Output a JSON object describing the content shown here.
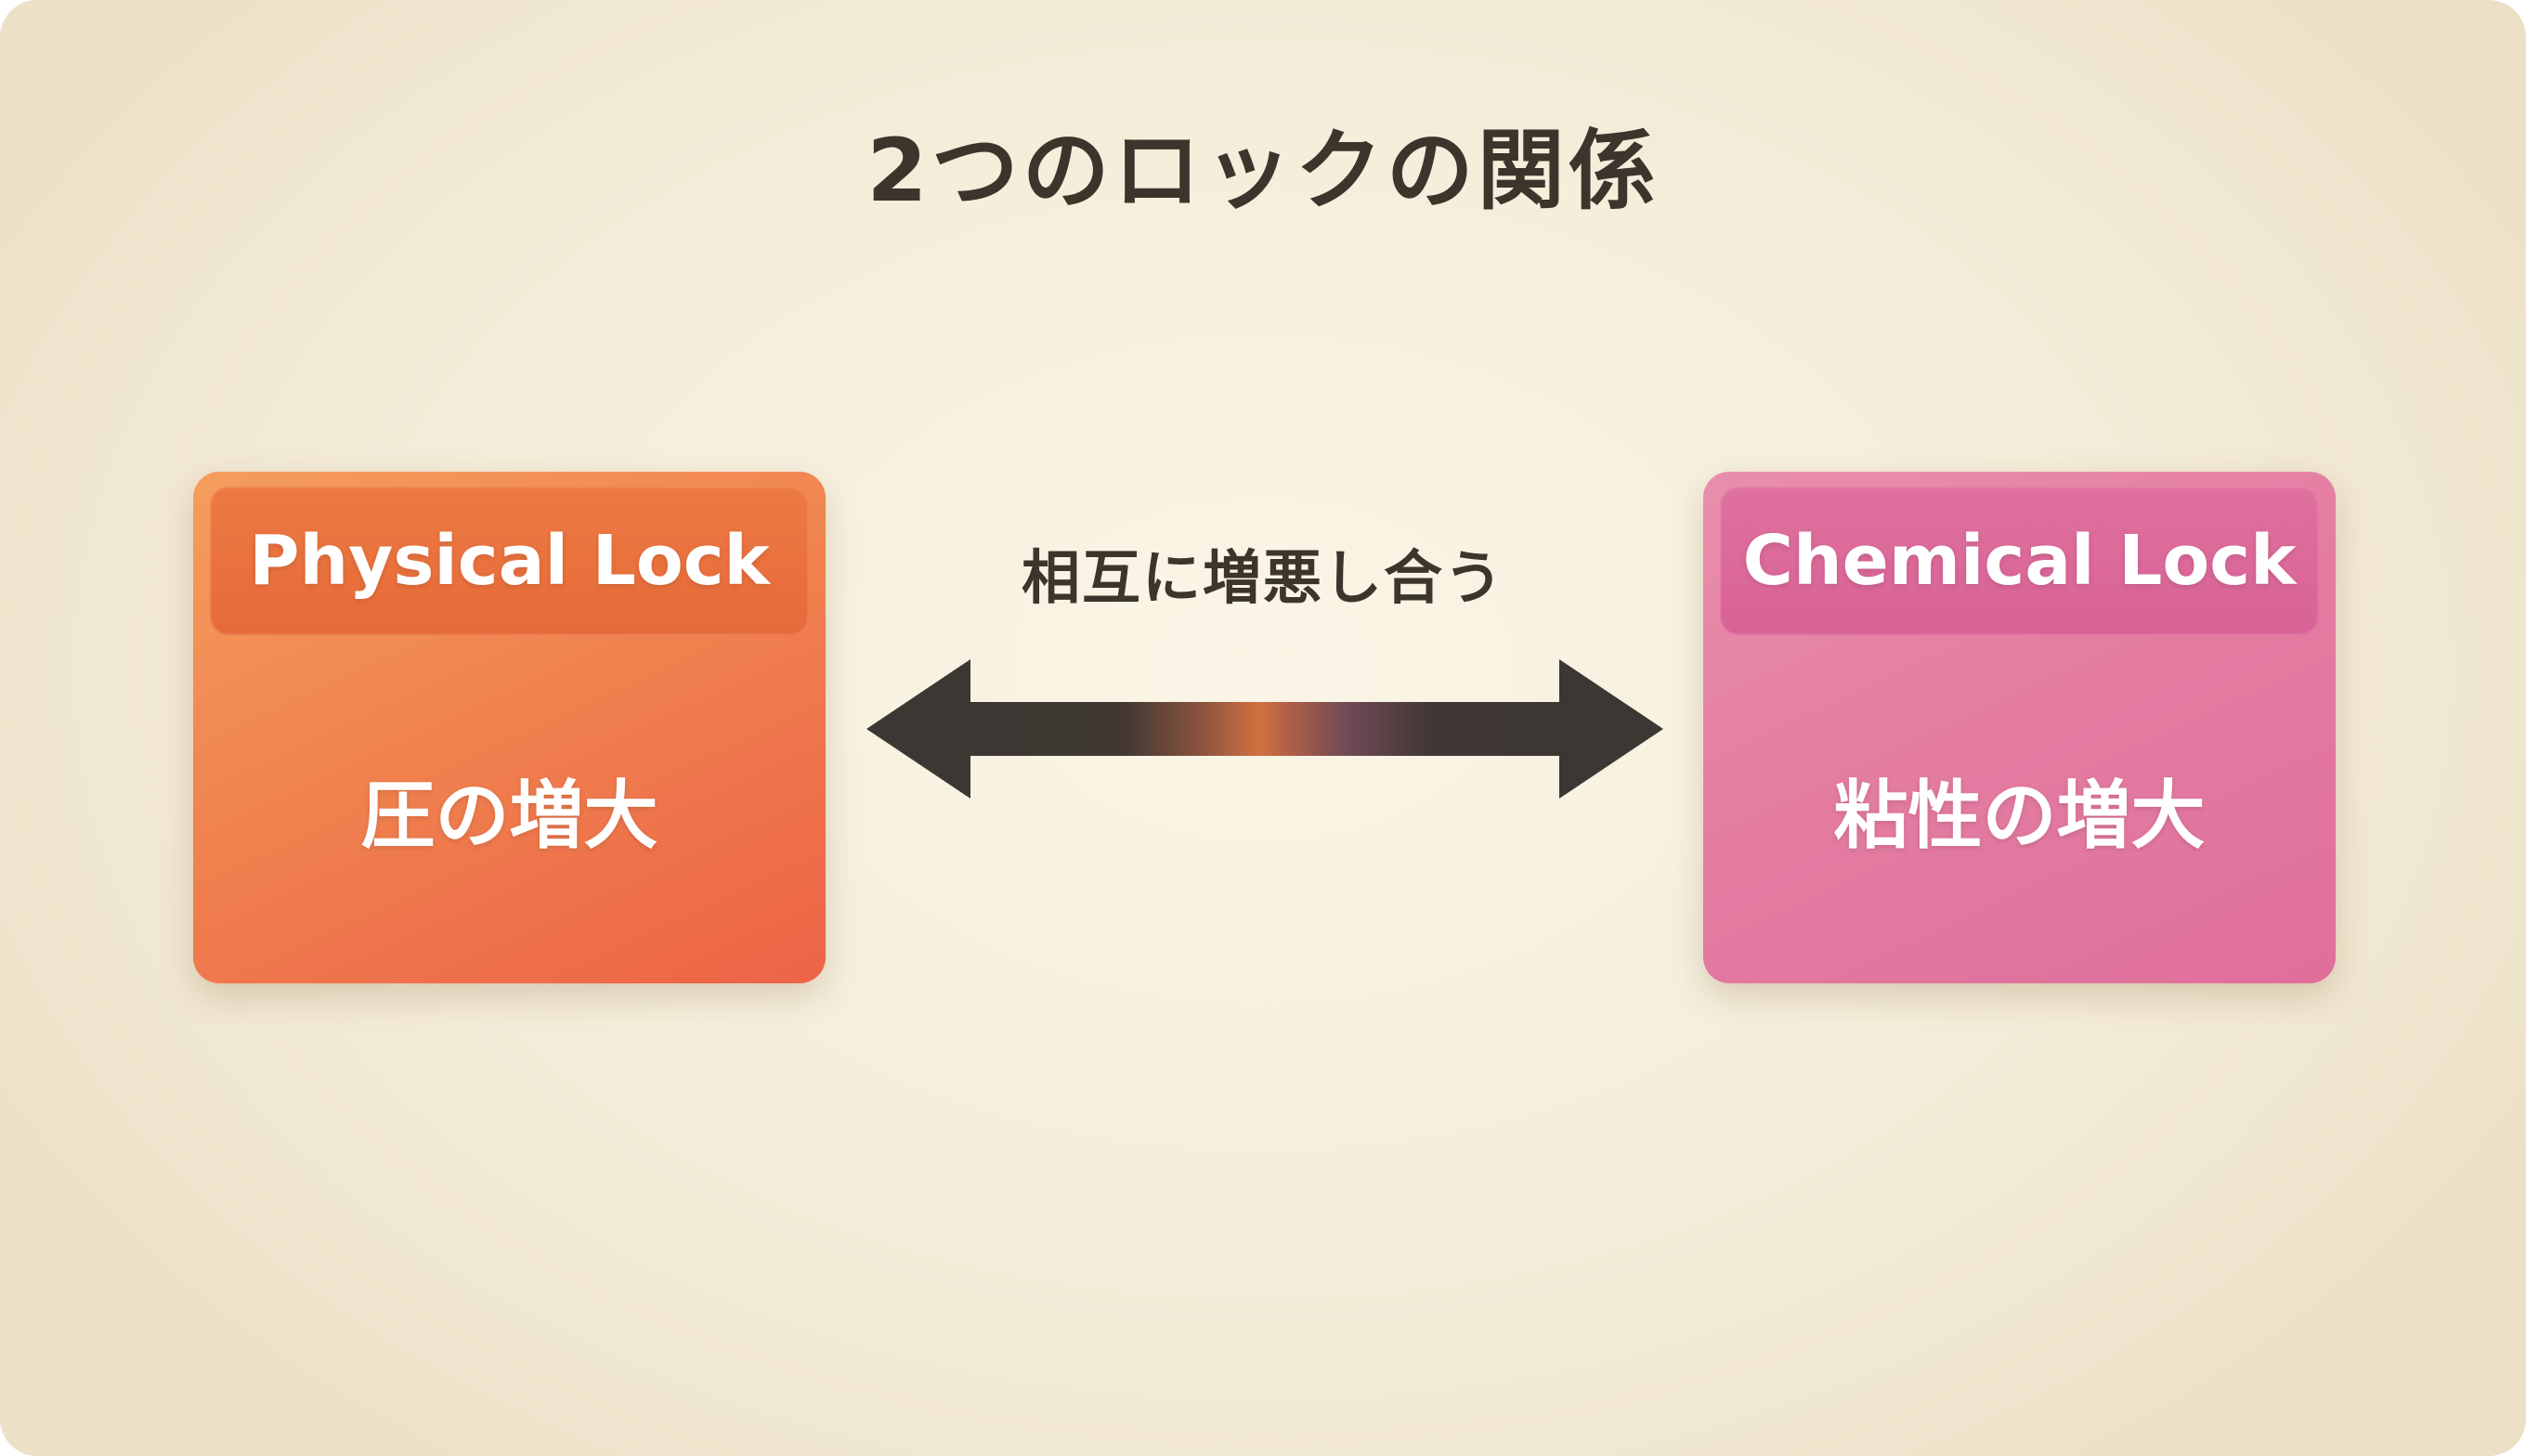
{
  "title": "2つのロックの関係",
  "relation": {
    "label": "相互に増悪し合う",
    "arrow_type": "double-headed-horizontal"
  },
  "left_card": {
    "header": "Physical Lock",
    "body": "圧の増大"
  },
  "right_card": {
    "header": "Chemical Lock",
    "body": "粘性の増大"
  },
  "colors": {
    "background": "#f4edda",
    "title_text": "#3b352c",
    "left_card_top": "#f59d5e",
    "left_card_bottom": "#ed6347",
    "left_header": "#e76a3a",
    "right_card_top": "#e98fab",
    "right_card_bottom": "#df6f9b",
    "right_header": "#d86295",
    "arrow_dark": "#3b3733",
    "arrow_glow": "#d2713f",
    "card_text": "#ffffff"
  }
}
